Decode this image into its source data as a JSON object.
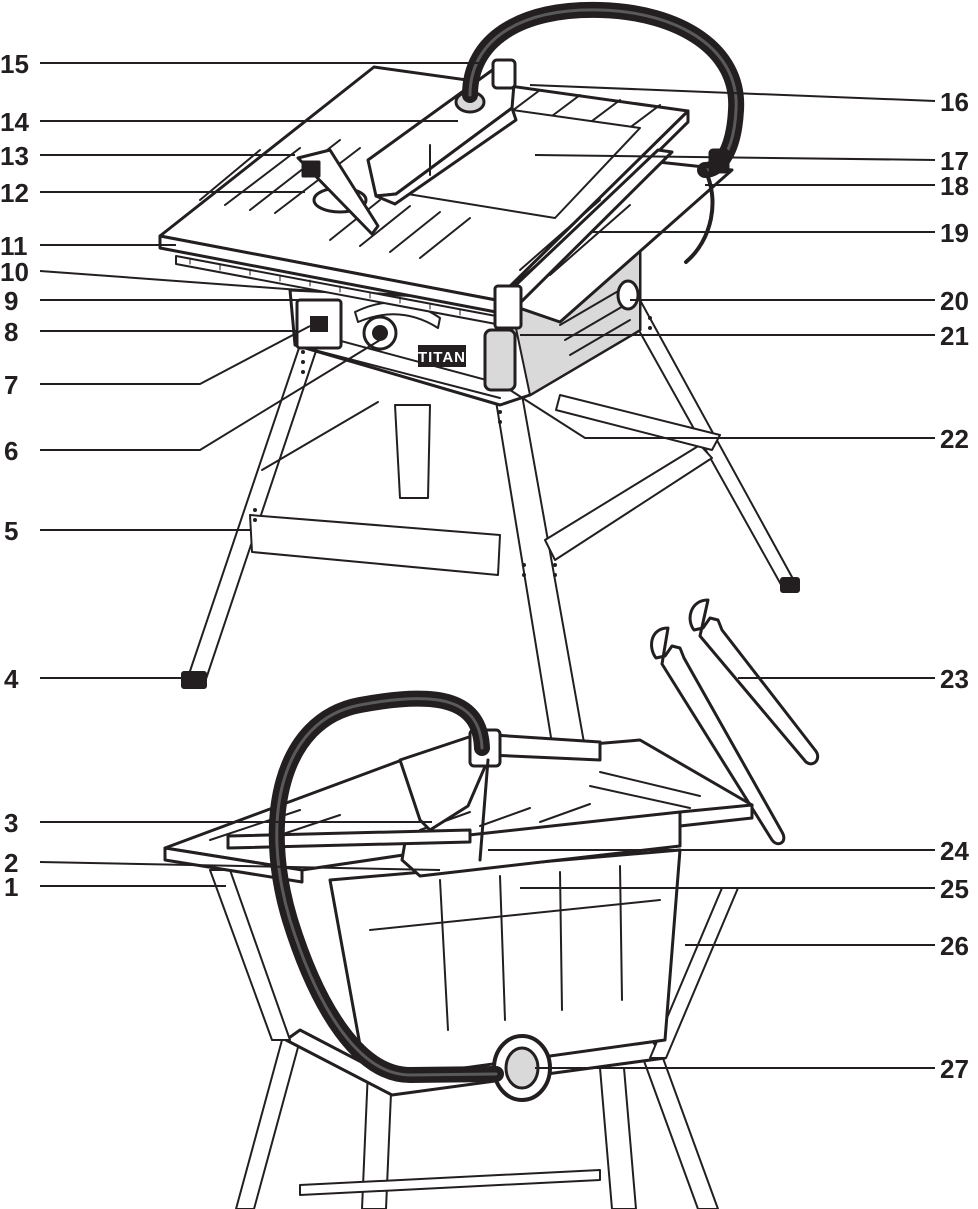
{
  "brand_label": "TITAN",
  "callouts": {
    "c1": "1",
    "c2": "2",
    "c3": "3",
    "c4": "4",
    "c5": "5",
    "c6": "6",
    "c7": "7",
    "c8": "8",
    "c9": "9",
    "c10": "10",
    "c11": "11",
    "c12": "12",
    "c13": "13",
    "c14": "14",
    "c15": "15",
    "c16": "16",
    "c17": "17",
    "c18": "18",
    "c19": "19",
    "c20": "20",
    "c21": "21",
    "c22": "22",
    "c23": "23",
    "c24": "24",
    "c25": "25",
    "c26": "26",
    "c27": "27"
  },
  "colors": {
    "ink": "#231f20",
    "paper": "#ffffff",
    "shade": "#d9d9d9"
  }
}
